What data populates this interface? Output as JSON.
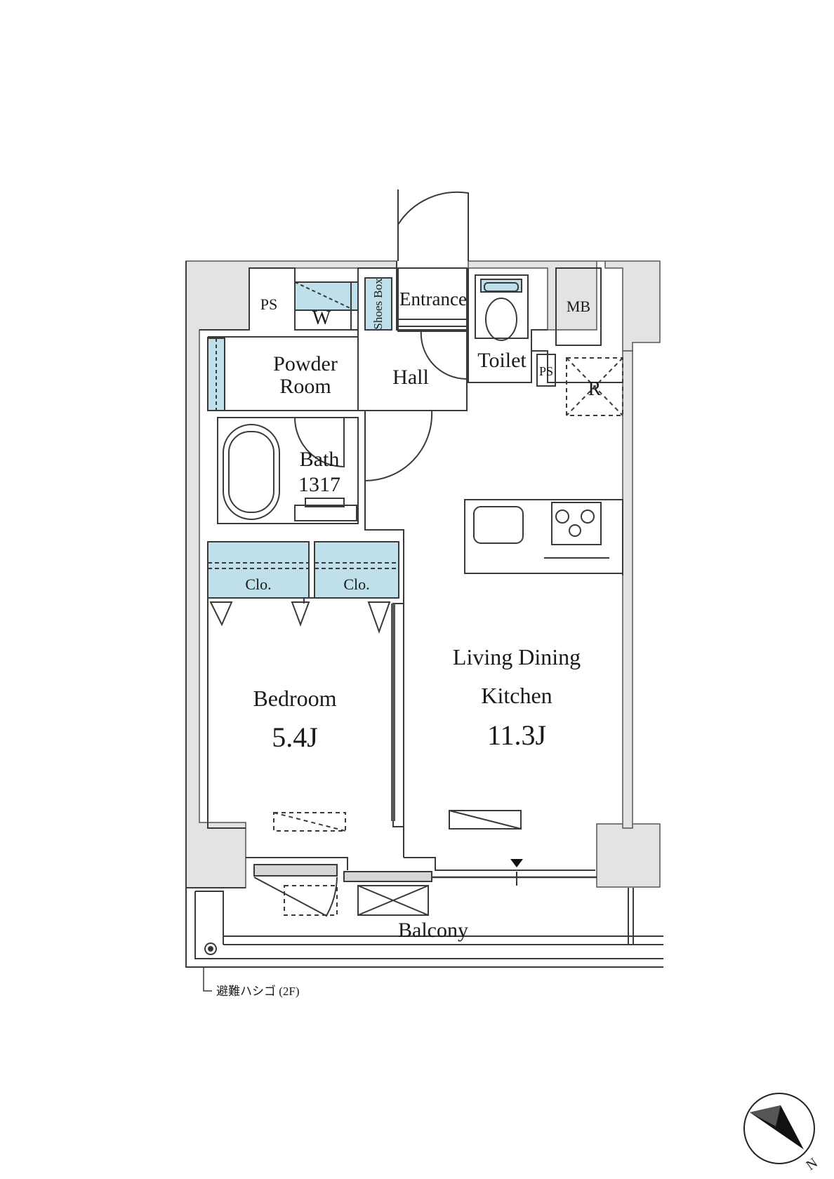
{
  "rooms": {
    "ps1": "PS",
    "washer": "W",
    "shoes_box": "Shoes Box",
    "entrance": "Entrance",
    "mb": "MB",
    "powder_line1": "Powder",
    "powder_line2": "Room",
    "hall": "Hall",
    "toilet": "Toilet",
    "ps2": "PS",
    "refrigerator": "R",
    "bath_line1": "Bath",
    "bath_line2": "1317",
    "closet1": "Clo.",
    "closet2": "Clo.",
    "bedroom_name": "Bedroom",
    "bedroom_size": "5.4J",
    "ldk_line1": "Living Dining",
    "ldk_line2": "Kitchen",
    "ldk_size": "11.3J",
    "balcony": "Balcony"
  },
  "notes": {
    "ladder": "避難ハシゴ (2F)"
  },
  "compass": {
    "label": "N"
  },
  "colors": {
    "wall": "#e3e3e3",
    "line": "#3a3a3a",
    "storage": "#bfe0ea"
  }
}
